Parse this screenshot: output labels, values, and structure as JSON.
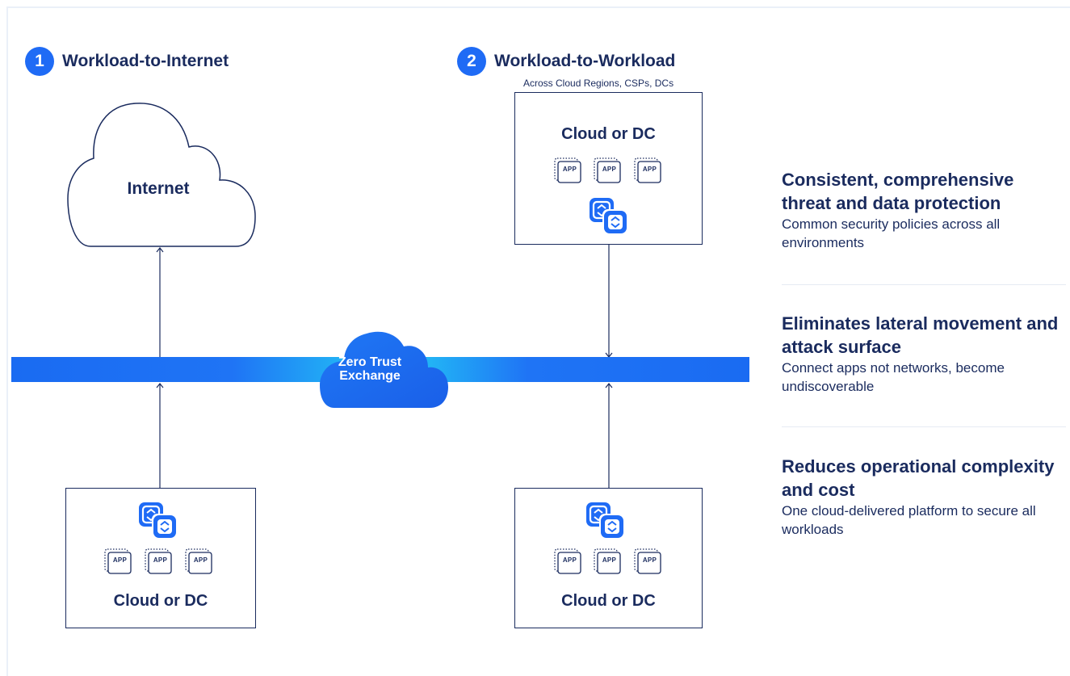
{
  "sections": [
    {
      "number": "1",
      "title": "Workload-to-Internet",
      "subtitle": ""
    },
    {
      "number": "2",
      "title": "Workload-to-Workload",
      "subtitle": "Across Cloud Regions, CSPs, DCs"
    }
  ],
  "internet": {
    "label": "Internet"
  },
  "exchange": {
    "label_line1": "Zero Trust",
    "label_line2": "Exchange"
  },
  "boxes": {
    "left_bottom": {
      "label": "Cloud or DC"
    },
    "right_top": {
      "label": "Cloud or DC"
    },
    "right_bottom": {
      "label": "Cloud or DC"
    }
  },
  "app_label": "APP",
  "icons": {
    "app": "app-chip-icon",
    "connector": "connector-stack-icon",
    "cloud": "cloud-outline-icon"
  },
  "colors": {
    "accent": "#1f6bf5",
    "navy": "#1a2b5e",
    "bar_highlight": "#27c7f7"
  },
  "benefits": [
    {
      "title": "Consistent, comprehensive threat and data protection",
      "desc": "Common security policies across all environments"
    },
    {
      "title": "Eliminates lateral movement and attack surface",
      "desc": "Connect apps not networks, become undiscoverable"
    },
    {
      "title": "Reduces operational complexity and cost",
      "desc": "One cloud-delivered platform to secure all workloads"
    }
  ]
}
